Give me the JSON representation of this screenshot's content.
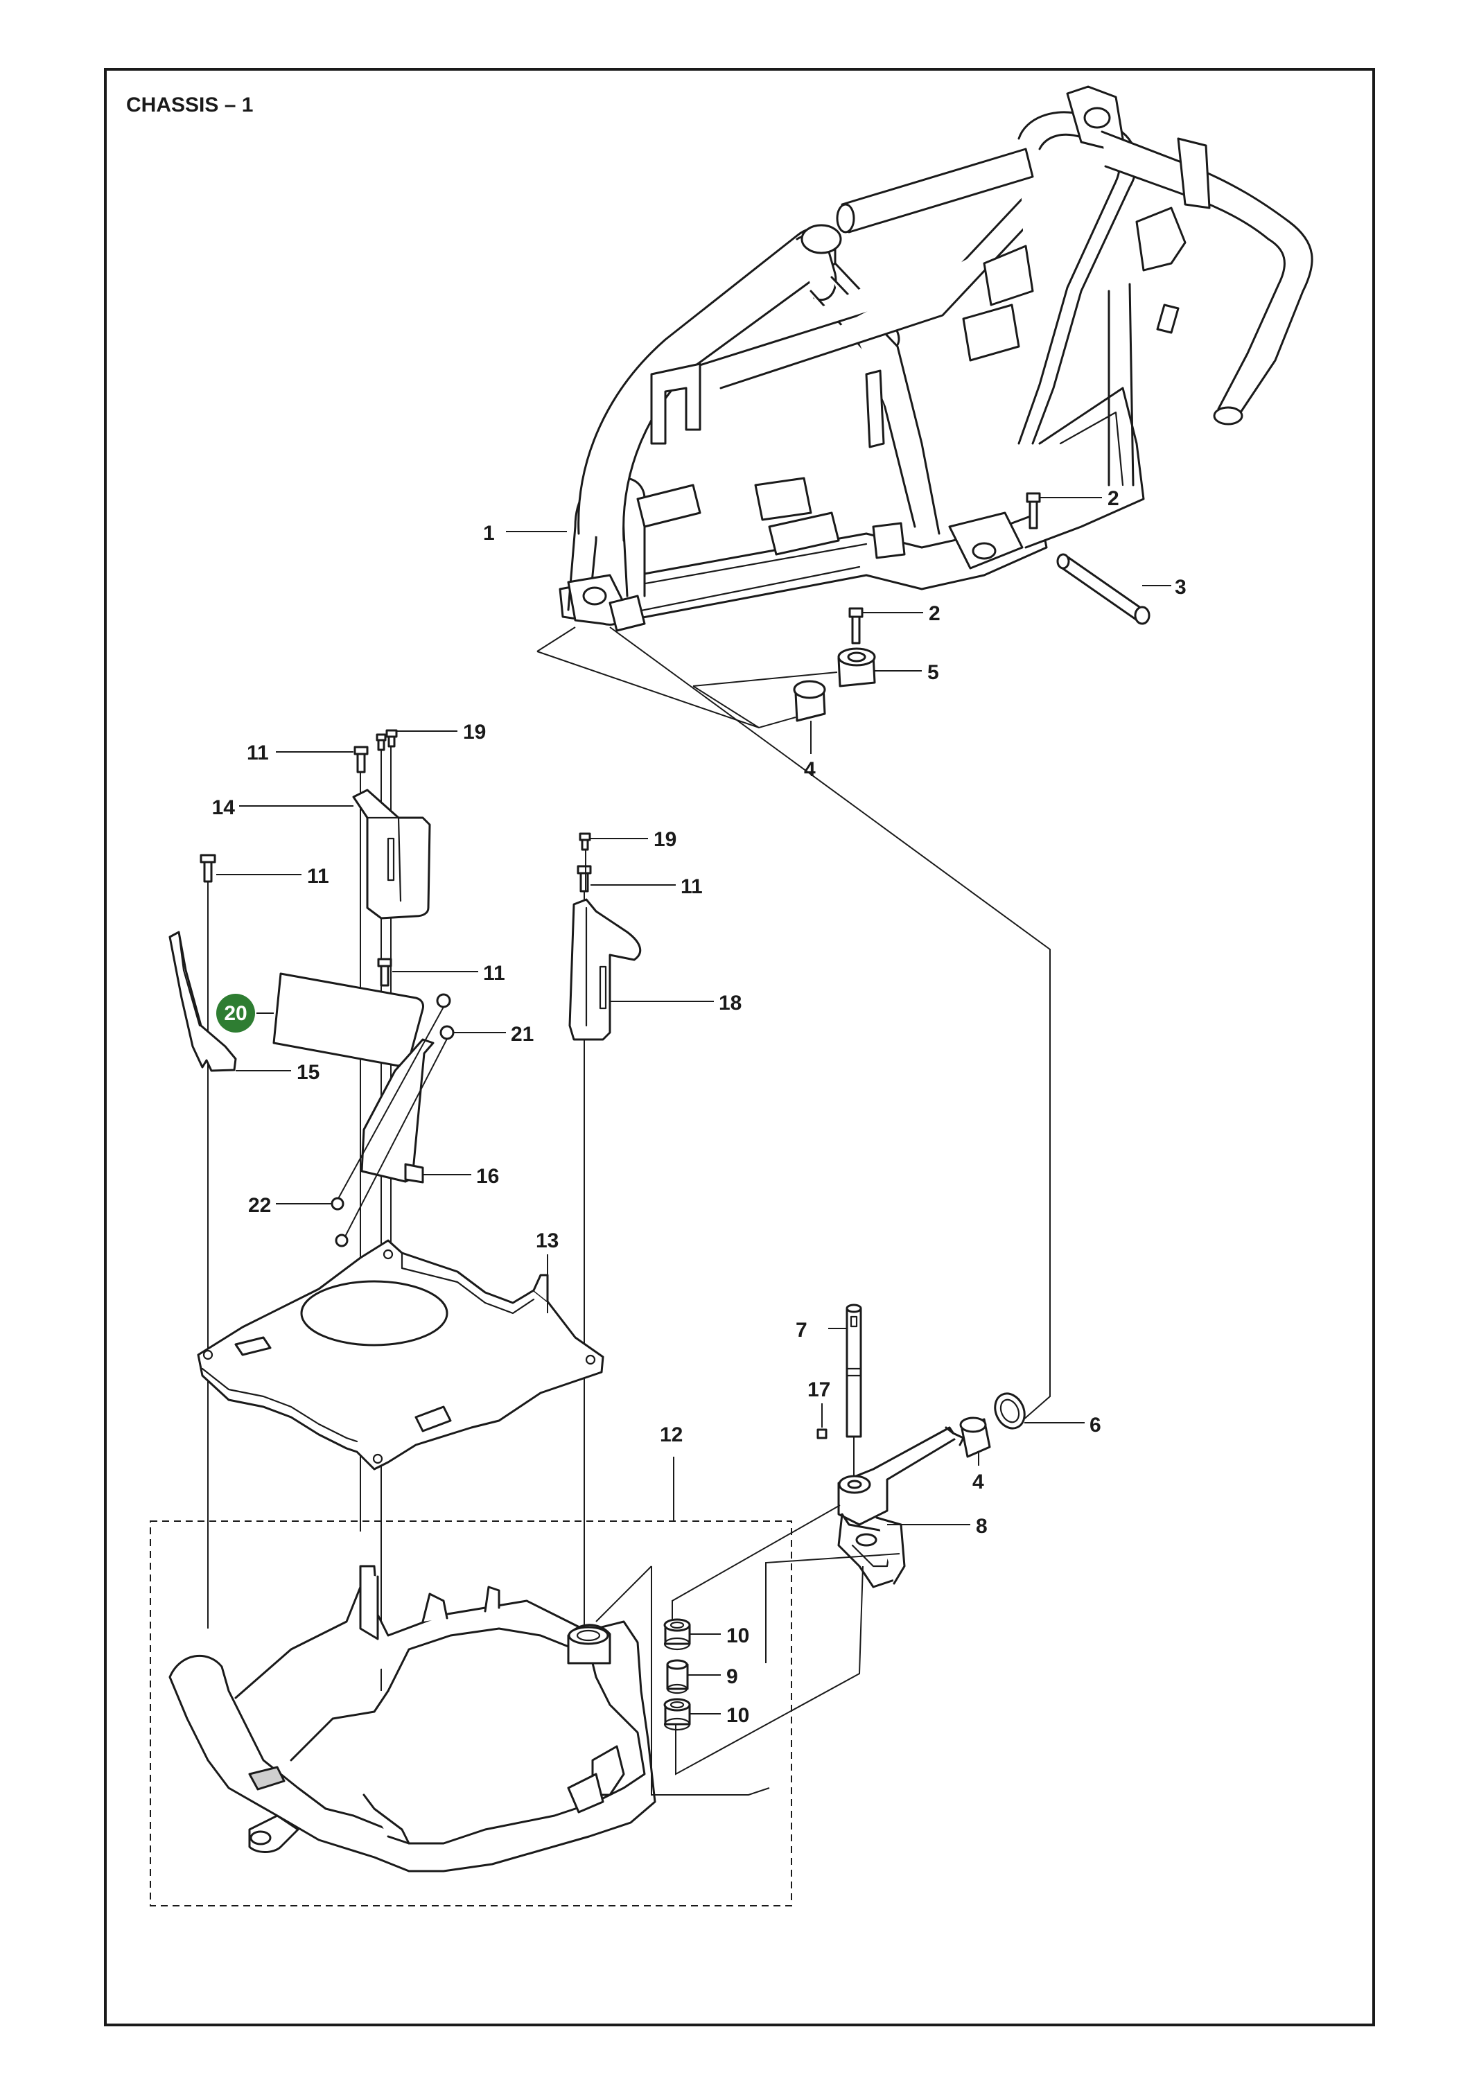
{
  "page": {
    "title": "CHASSIS – 1"
  },
  "colors": {
    "highlight_badge": "#2e7d32",
    "ink": "#1a1a1a"
  },
  "callouts": {
    "c1": "1",
    "c2a": "2",
    "c2b": "2",
    "c3": "3",
    "c4a": "4",
    "c4b": "4",
    "c5": "5",
    "c6": "6",
    "c7": "7",
    "c8": "8",
    "c9": "9",
    "c10a": "10",
    "c10b": "10",
    "c11a": "11",
    "c11b": "11",
    "c11c": "11",
    "c11d": "11",
    "c12": "12",
    "c13": "13",
    "c14": "14",
    "c15": "15",
    "c16": "16",
    "c17": "17",
    "c18": "18",
    "c19a": "19",
    "c19b": "19",
    "c20": "20",
    "c21": "21",
    "c22": "22"
  }
}
